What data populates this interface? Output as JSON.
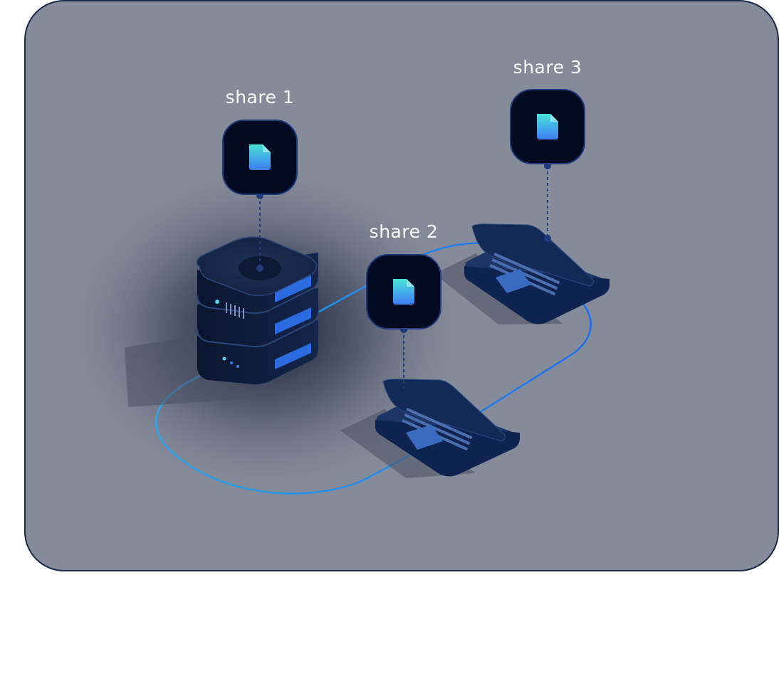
{
  "diagram": {
    "shares": [
      {
        "label": "share 1",
        "icon": "file-icon",
        "attached_to": "server"
      },
      {
        "label": "share 2",
        "icon": "file-icon",
        "attached_to": "laptop-front"
      },
      {
        "label": "share 3",
        "icon": "file-icon",
        "attached_to": "laptop-back"
      }
    ],
    "nodes": [
      {
        "name": "server",
        "icon": "server-stack-icon"
      },
      {
        "name": "laptop-back",
        "icon": "laptop-icon"
      },
      {
        "name": "laptop-front",
        "icon": "laptop-icon"
      }
    ],
    "colors": {
      "panel_background": "#868b9a",
      "panel_border": "#1b2a48",
      "tile_background": "#020a22",
      "connection_line": "#1e6ff0",
      "file_gradient_top": "#4be2d6",
      "file_gradient_bottom": "#3d7cf6",
      "label_text": "#ffffff"
    }
  }
}
